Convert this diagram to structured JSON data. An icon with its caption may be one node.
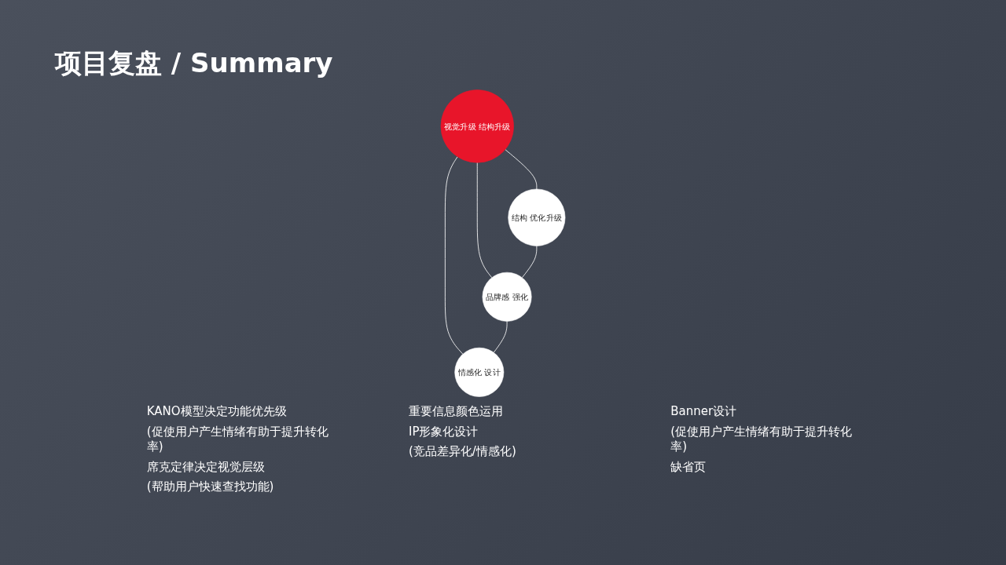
{
  "diagram": {
    "title": "项目复盘 / Summary",
    "nodes": [
      {
        "text": [
          "视觉升级 结构升级"
        ]
      },
      {
        "text": [
          "结构 优化升级"
        ],
        "beside": [
          "KANO模型决定功能优先级",
          "(促使用户产生情绪有助于提升转化率)",
          "席克定律决定视觉层级",
          "(帮助用户快速查找功能)"
        ]
      },
      {
        "text": [
          "品牌感 强化"
        ],
        "beside": [
          "重要信息颜色运用",
          "IP形象化设计",
          "(竞品差异化/情感化)"
        ]
      },
      {
        "text": [
          "情感化 设计"
        ],
        "beside": [
          "Banner设计",
          "(促使用户产生情绪有助于提升转化率)",
          "缺省页"
        ]
      }
    ],
    "edges": [
      {
        "from": 0,
        "to": 1,
        "arrow": "none"
      },
      {
        "from": 0,
        "to": 2,
        "arrow": "none"
      },
      {
        "from": 0,
        "to": 3,
        "arrow": "none"
      },
      {
        "from": 1,
        "to": 2,
        "arrow": "none"
      },
      {
        "from": 2,
        "to": 3,
        "arrow": "none"
      }
    ]
  }
}
